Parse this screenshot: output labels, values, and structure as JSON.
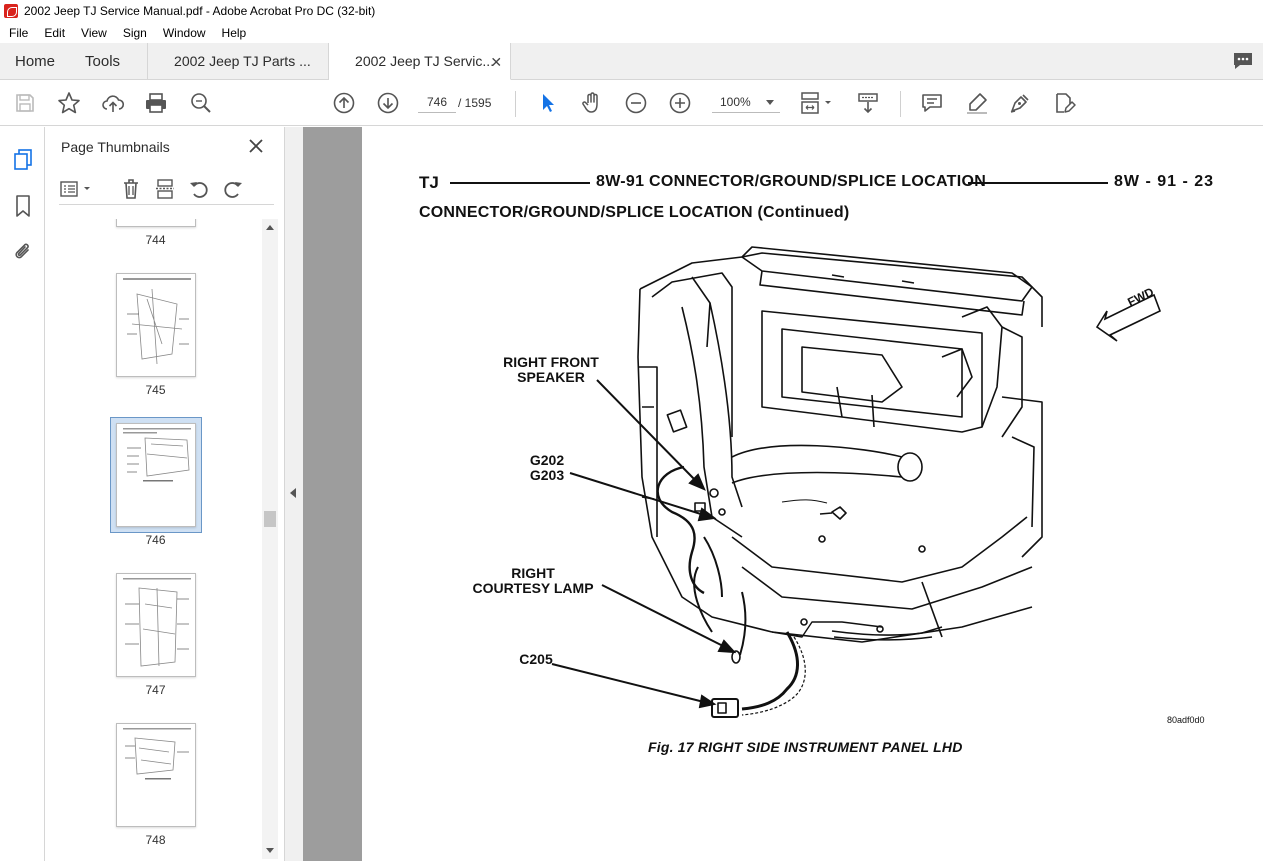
{
  "window": {
    "title": "2002 Jeep TJ Service Manual.pdf - Adobe Acrobat Pro DC (32-bit)"
  },
  "menu": [
    "File",
    "Edit",
    "View",
    "Sign",
    "Window",
    "Help"
  ],
  "tabs": {
    "home": "Home",
    "tools": "Tools",
    "documents": [
      {
        "label": "2002 Jeep TJ Parts ...",
        "active": false
      },
      {
        "label": "2002 Jeep TJ Servic...",
        "active": true
      }
    ]
  },
  "toolbar": {
    "current_page": "746",
    "page_total": "/  1595",
    "zoom": "100%"
  },
  "thumbnail_panel": {
    "title": "Page Thumbnails",
    "pages": [
      "744",
      "745",
      "746",
      "747",
      "748"
    ],
    "selected_page": "746"
  },
  "document": {
    "header_left": "TJ",
    "header_center": "8W-91 CONNECTOR/GROUND/SPLICE LOCATION",
    "header_right": "8W - 91 - 23",
    "subheading": "CONNECTOR/GROUND/SPLICE LOCATION (Continued)",
    "callouts": {
      "speaker_line1": "RIGHT FRONT",
      "speaker_line2": "SPEAKER",
      "ground_line1": "G202",
      "ground_line2": "G203",
      "lamp_line1": "RIGHT",
      "lamp_line2": "COURTESY LAMP",
      "connector": "C205"
    },
    "direction_label": "FWD",
    "figure_id": "80adf0d0",
    "caption": "Fig. 17 RIGHT SIDE INSTRUMENT PANEL LHD"
  },
  "colors": {
    "acrobat_red": "#d9231d",
    "selection_bg": "#cfe0f3",
    "selection_border": "#6a97c7",
    "pointer_blue": "#1473e6"
  }
}
